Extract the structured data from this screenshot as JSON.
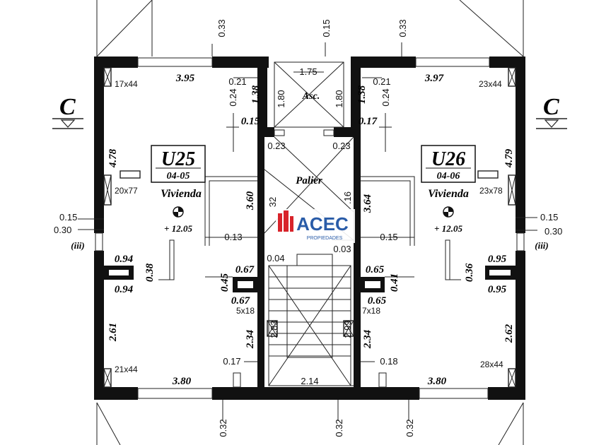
{
  "units": {
    "left": {
      "code": "U25",
      "sub": "04-05",
      "type": "Vivienda",
      "level": "+ 12.05"
    },
    "right": {
      "code": "U26",
      "sub": "04-06",
      "type": "Vivienda",
      "level": "+ 12.05"
    }
  },
  "section_mark": "C",
  "wall_note": "(iii)",
  "core": {
    "elevator": "Asc.",
    "landing": "Palier"
  },
  "logo": {
    "name": "ACEC",
    "tagline": "PROPIEDADES"
  },
  "dims": {
    "top_left_wall": "0.33",
    "top_center": "0.15",
    "top_right_wall": "0.33",
    "left_top_width": "3.95",
    "right_top_width": "3.97",
    "elev_width": "1.75",
    "left_021": "0.21",
    "right_021": "0.21",
    "left_024": "0.24",
    "right_024": "0.24",
    "left_138": "1.38",
    "right_138": "1.38",
    "elev_h_left": "1.80",
    "elev_h_right": "1.80",
    "left_015": "0.15",
    "right_017": "0.17",
    "left_023": "0.23",
    "right_023": "0.23",
    "left_478": "4.78",
    "right_479": "4.79",
    "col_tl": "17x44",
    "col_tr": "23x44",
    "col_ml": "20x77",
    "col_mr": "23x78",
    "left_360": "3.60",
    "right_364": "3.64",
    "stair_32": "32",
    "stair_16": ".16",
    "ext_left_015": "0.15",
    "ext_left_030": "0.30",
    "ext_right_015": "0.15",
    "ext_right_030": "0.30",
    "left_013": "0.13",
    "right_015b": "0.15",
    "stair_004": "0.04",
    "stair_003": "0.03",
    "left_094a": "0.94",
    "left_094b": "0.94",
    "left_038": "0.38",
    "left_067a": "0.67",
    "left_067b": "0.67",
    "left_045": "0.45",
    "right_065a": "0.65",
    "right_065b": "0.65",
    "right_041": "0.41",
    "right_095a": "0.95",
    "right_095b": "0.95",
    "right_036": "0.36",
    "col_5x18": "5x18",
    "col_7x18": "7x18",
    "stair_283": "2.83",
    "stair_299": "2.99",
    "left_261": "2.61",
    "right_262": "2.62",
    "left_234": "2.34",
    "right_234": "2.34",
    "left_017b": "0.17",
    "right_018": "0.18",
    "col_bl": "21x44",
    "col_br": "28x44",
    "left_bottom_width": "3.80",
    "right_bottom_width": "3.80",
    "bottom_center": "2.14",
    "bot_left_032": "0.32",
    "bot_center_032": "0.32",
    "bot_right_032": "0.32"
  },
  "colors": {
    "wall": "#111111",
    "logo_red": "#d8232a",
    "logo_blue": "#2a5ca8"
  }
}
